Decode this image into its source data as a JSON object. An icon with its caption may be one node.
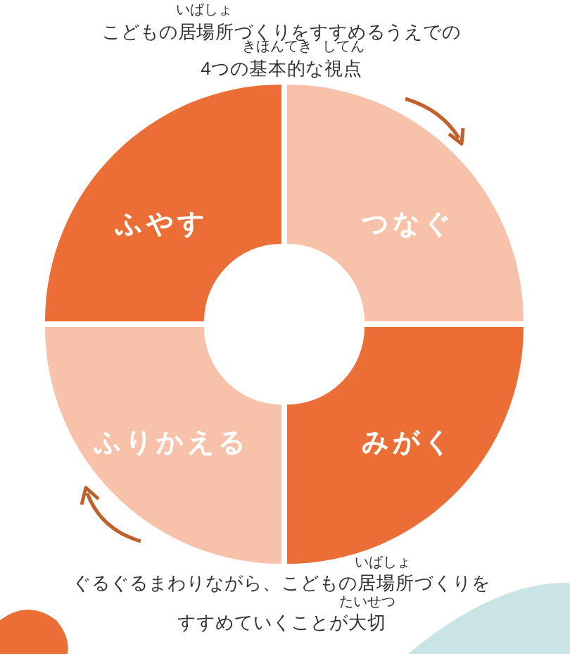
{
  "diagram": {
    "title": "こどもの居場所づくりをすすめるうえでの4つの基本的な視点",
    "caption": "ぐるぐるまわりながら、こどもの居場所づくりをすすめていくことが大切",
    "nodes": [
      {
        "text": [
          "ふやす"
        ]
      },
      {
        "text": [
          "つなぐ"
        ]
      },
      {
        "text": [
          "ふりかえる"
        ]
      },
      {
        "text": [
          "みがく"
        ]
      }
    ],
    "labels": [
      "いばしょ",
      "きほんてき",
      "してん",
      "いばしょ",
      "たいせつ"
    ]
  }
}
